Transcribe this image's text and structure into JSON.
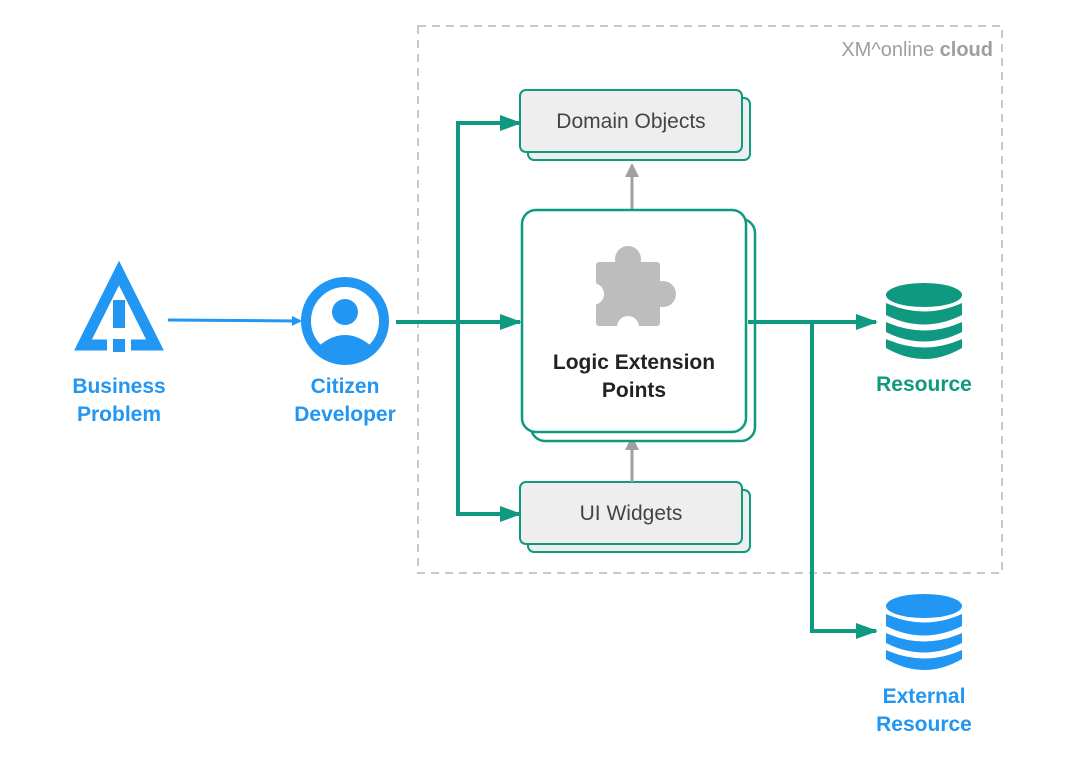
{
  "colors": {
    "blue": "#2196f3",
    "teal": "#0e9980",
    "gray_arrow": "#a0a0a0",
    "box_fill": "#eeeeee",
    "puzzle": "#bdbdbd",
    "dashed": "#c8c8c8",
    "text_gray": "#444444"
  },
  "cloud": {
    "prefix": "XM^online",
    "bold": "cloud"
  },
  "nodes": {
    "business_problem": {
      "line1": "Business",
      "line2": "Problem",
      "icon": "warning-triangle-icon"
    },
    "citizen_developer": {
      "line1": "Citizen",
      "line2": "Developer",
      "icon": "user-circle-icon"
    },
    "domain_objects": {
      "label": "Domain Objects"
    },
    "logic_extension": {
      "line1": "Logic Extension",
      "line2": "Points",
      "icon": "puzzle-icon"
    },
    "ui_widgets": {
      "label": "UI Widgets"
    },
    "resource": {
      "label": "Resource",
      "icon": "database-icon"
    },
    "external_resource": {
      "line1": "External",
      "line2": "Resource",
      "icon": "database-icon"
    }
  }
}
